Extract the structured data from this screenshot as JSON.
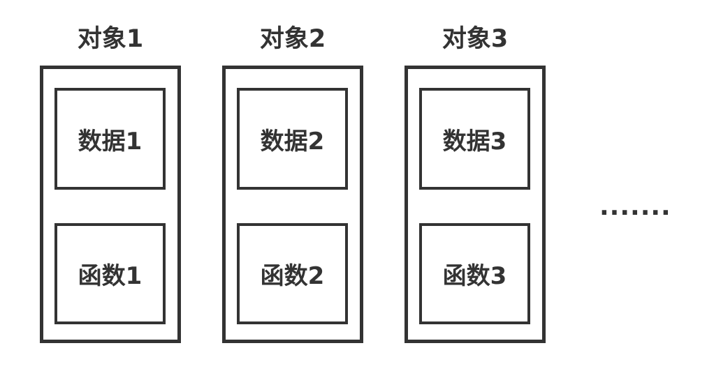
{
  "diagram": {
    "objects": [
      {
        "title": "对象1",
        "data_label": "数据1",
        "function_label": "函数1"
      },
      {
        "title": "对象2",
        "data_label": "数据2",
        "function_label": "函数2"
      },
      {
        "title": "对象3",
        "data_label": "数据3",
        "function_label": "函数3"
      }
    ],
    "ellipsis": "·······",
    "colors": {
      "stroke": "#333333",
      "text": "#333333",
      "background": "#ffffff"
    }
  }
}
